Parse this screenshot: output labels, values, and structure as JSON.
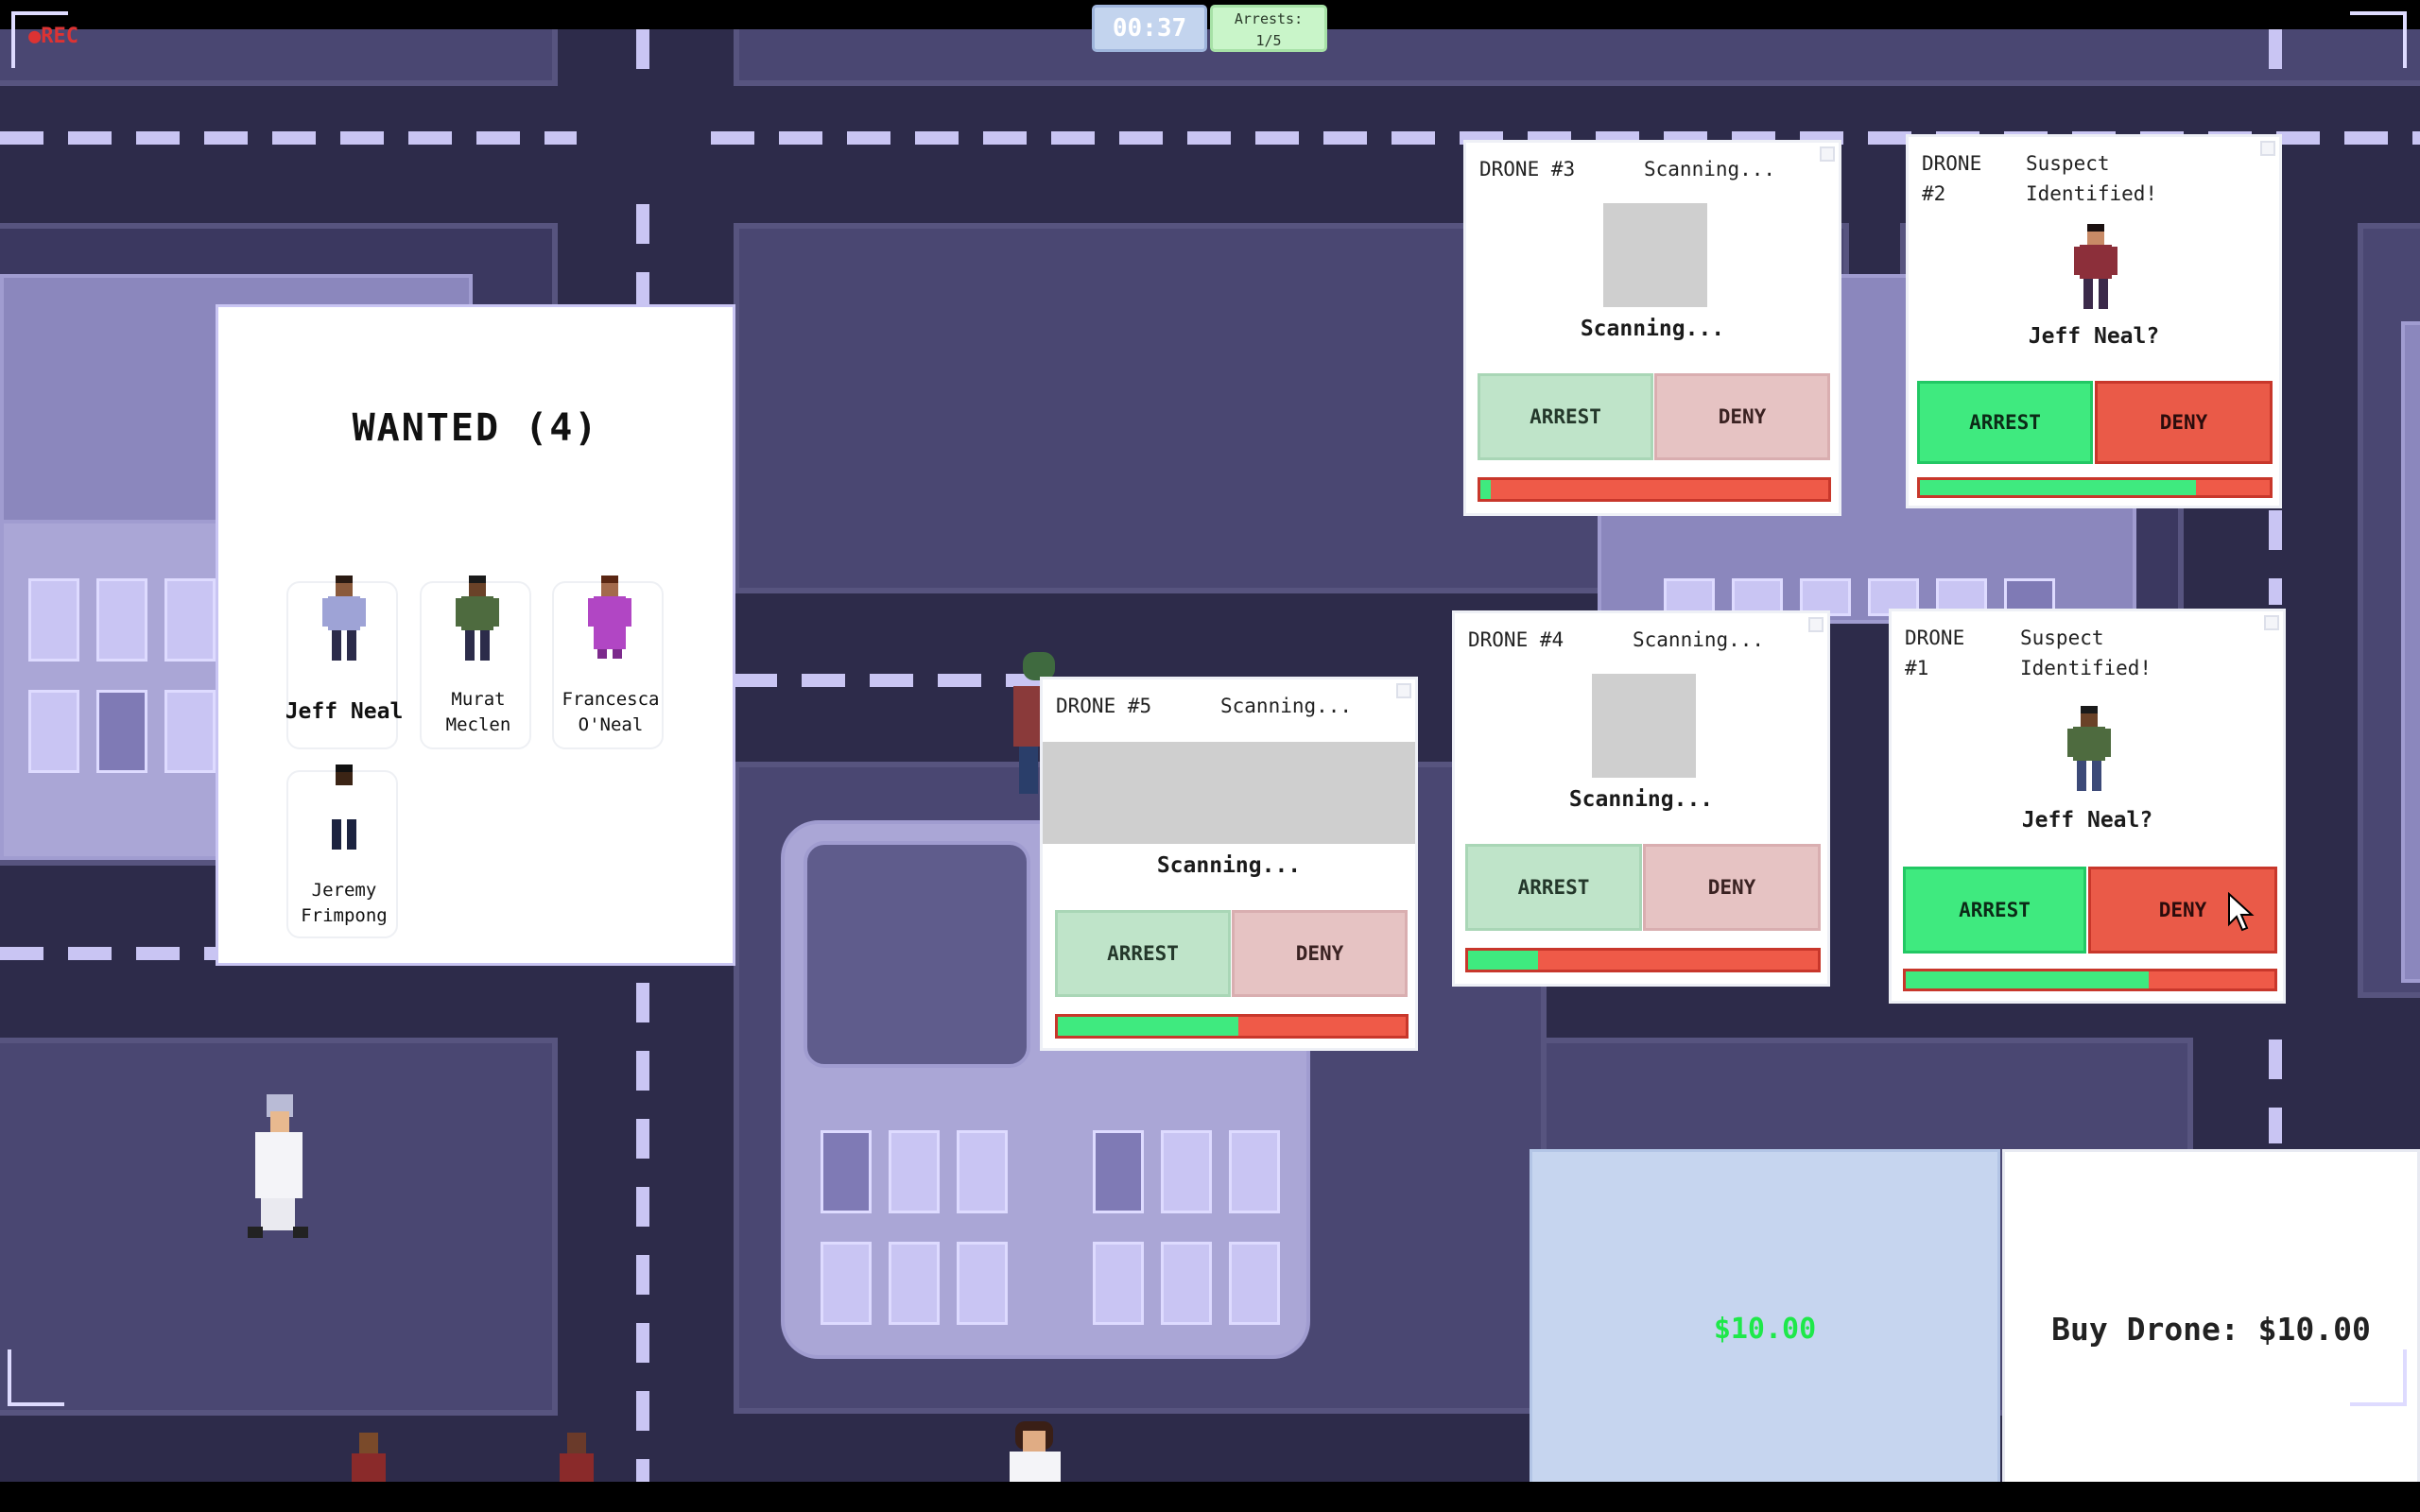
{
  "hud": {
    "rec_label": "●REC",
    "timer": "00:37",
    "arrests_label": "Arrests:",
    "arrests_value": "1/5"
  },
  "wanted": {
    "title": "WANTED (4)",
    "suspects": [
      {
        "name": "Jeff Neal",
        "shirt": "#9ea3d6",
        "legs": "#2c2c4a",
        "skin": "#8a5a3c",
        "hair": "#2a1a12"
      },
      {
        "name": "Murat Meclen",
        "shirt": "#4e6b3f",
        "legs": "#2c2c4a",
        "skin": "#6a4228",
        "hair": "#1a1a1a"
      },
      {
        "name": "Francesca O'Neal",
        "shirt": "#b146c4",
        "legs": "#7c2a8c",
        "skin": "#a36a4c",
        "hair": "#5a2612"
      },
      {
        "name": "Jeremy Frimpong",
        "shirt": "#ffffff",
        "legs": "#1c2340",
        "skin": "#3b2415",
        "hair": "#111111"
      }
    ]
  },
  "drones": [
    {
      "id_label": "DRONE #3",
      "status": "Scanning...",
      "result": "Scanning...",
      "arrest": "ARREST",
      "deny": "DENY",
      "progress": 0.03,
      "active": false
    },
    {
      "id_label": "DRONE",
      "id_num": "#2",
      "status_line1": "Suspect",
      "status_line2": "Identified!",
      "result": "Jeff Neal?",
      "arrest": "ARREST",
      "deny": "DENY",
      "progress": 0.79,
      "active": true
    },
    {
      "id_label": "DRONE #4",
      "status": "Scanning...",
      "result": "Scanning...",
      "arrest": "ARREST",
      "deny": "DENY",
      "progress": 0.2,
      "active": false
    },
    {
      "id_label": "DRONE #5",
      "status": "Scanning...",
      "result": "Scanning...",
      "arrest": "ARREST",
      "deny": "DENY",
      "progress": 0.52,
      "active": false
    },
    {
      "id_label": "DRONE",
      "id_num": "#1",
      "status_line1": "Suspect",
      "status_line2": "Identified!",
      "result": "Jeff Neal?",
      "arrest": "ARREST",
      "deny": "DENY",
      "progress": 0.66,
      "active": true
    }
  ],
  "shop": {
    "money": "$10.00",
    "buy_label": "Buy Drone: $10.00"
  },
  "colors": {
    "arrest": "#3fea7f",
    "deny": "#ea5a48",
    "money_text": "#1ee84a"
  }
}
